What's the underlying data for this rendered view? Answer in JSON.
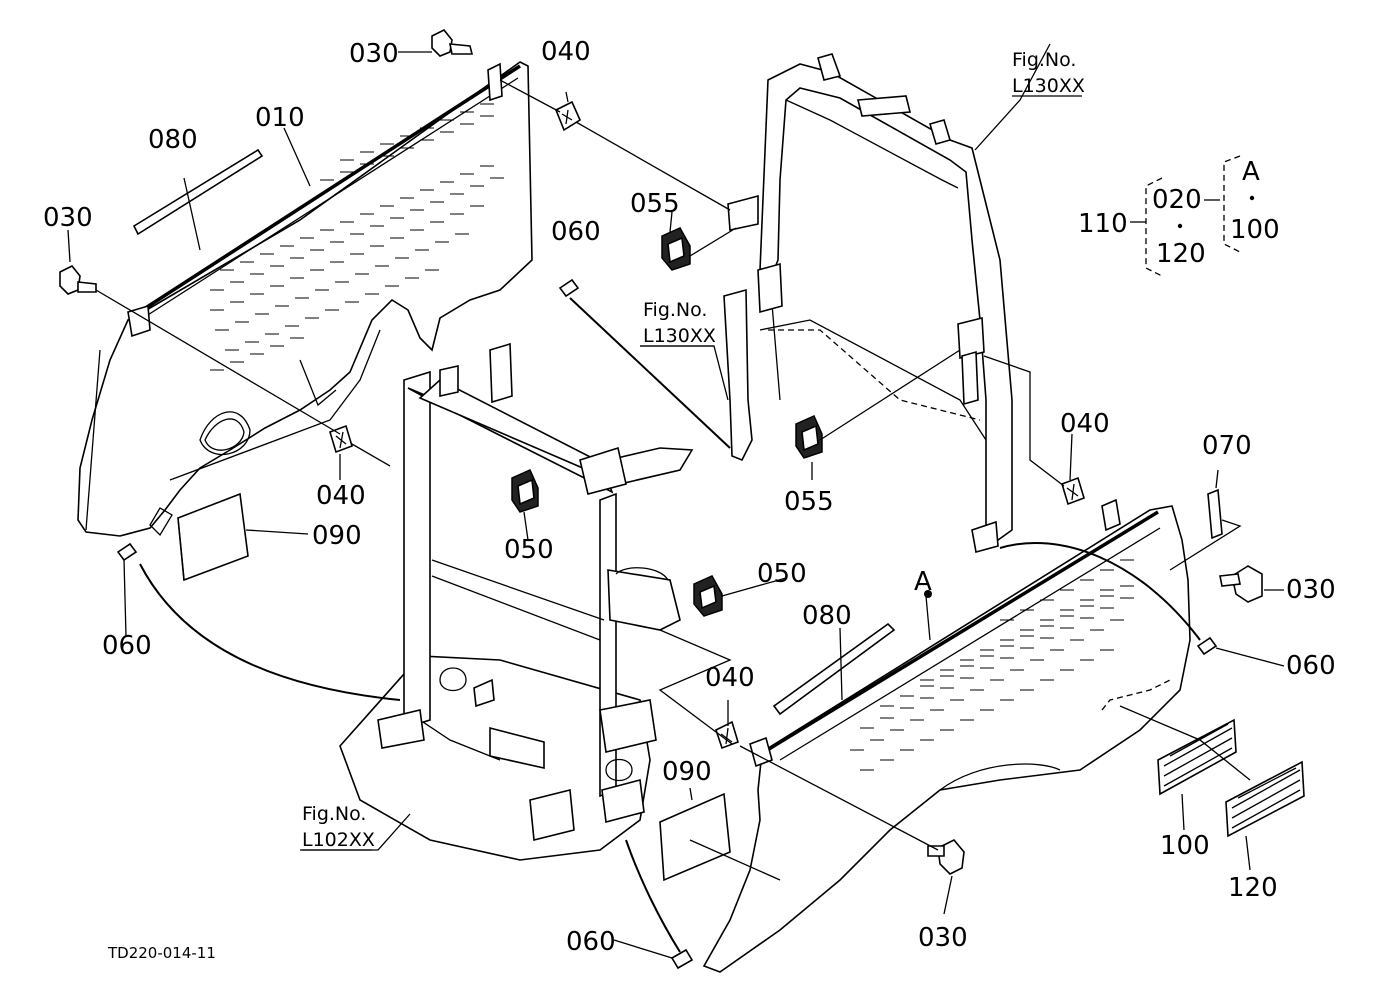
{
  "labels": {
    "p030_a": "030",
    "p030_b": "030",
    "p030_c": "030",
    "p030_d": "030",
    "p040_a": "040",
    "p040_b": "040",
    "p040_c": "040",
    "p040_d": "040",
    "p010": "010",
    "p080_a": "080",
    "p080_b": "080",
    "p055_a": "055",
    "p055_b": "055",
    "p060_a": "060",
    "p060_b": "060",
    "p060_c": "060",
    "p060_d": "060",
    "p050_a": "050",
    "p050_b": "050",
    "p090_a": "090",
    "p090_b": "090",
    "p070": "070",
    "pA_marker": "A",
    "p100": "100",
    "p120": "120"
  },
  "figures": {
    "fig1_line1": "Fig.No.",
    "fig1_line2": "L130XX",
    "fig2_line1": "Fig.No.",
    "fig2_line2": "L130XX",
    "fig3_line1": "Fig.No.",
    "fig3_line2": "L102XX"
  },
  "legend": {
    "set": "110",
    "item_a": "020",
    "item_b": "120",
    "group_letter": "A",
    "group_item": "100"
  },
  "drawing_code": "TD220-014-11"
}
